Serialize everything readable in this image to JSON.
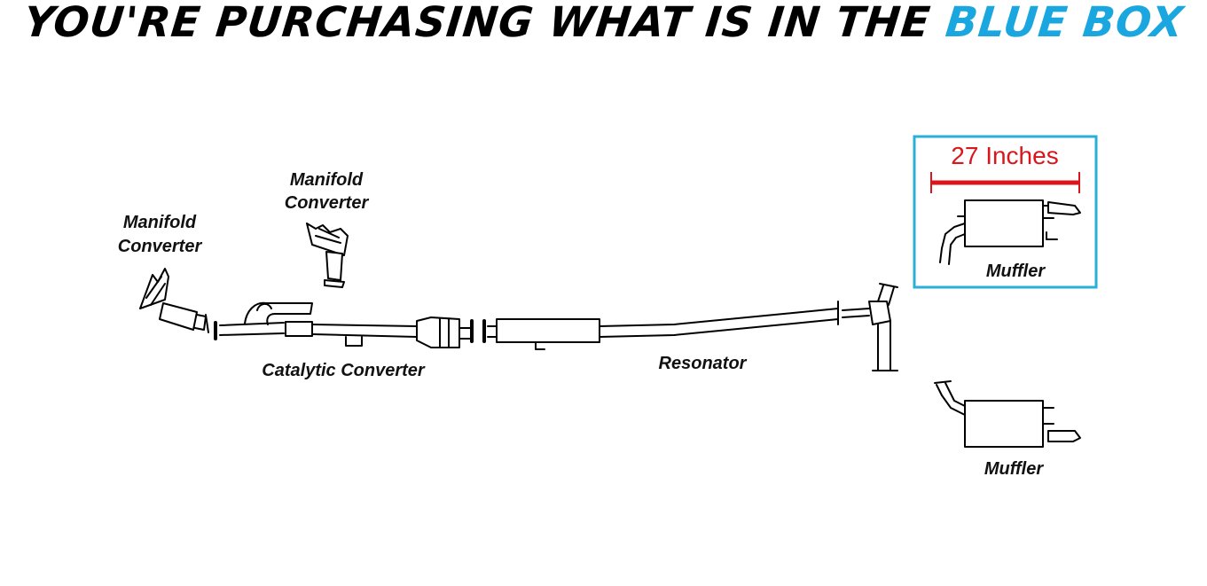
{
  "banner": {
    "text_main": "YOU'RE PURCHASING WHAT IS IN THE ",
    "text_accent": "BLUE BOX"
  },
  "labels": {
    "manifold_converter_left": [
      "Manifold",
      "Converter"
    ],
    "manifold_converter_upper": [
      "Manifold",
      "Converter"
    ],
    "catalytic_converter": "Catalytic Converter",
    "resonator": "Resonator",
    "muffler_selected": "Muffler",
    "muffler_other": "Muffler"
  },
  "dimension": {
    "label": "27 Inches"
  },
  "colors": {
    "accent": "#1aa7e0",
    "selection_box": "#2ab0d8",
    "dimension": "#d8161c"
  },
  "icons": {
    "parts": [
      "manifold-converter-icon",
      "catalytic-converter-icon",
      "resonator-icon",
      "muffler-icon",
      "pipe-icon"
    ]
  }
}
